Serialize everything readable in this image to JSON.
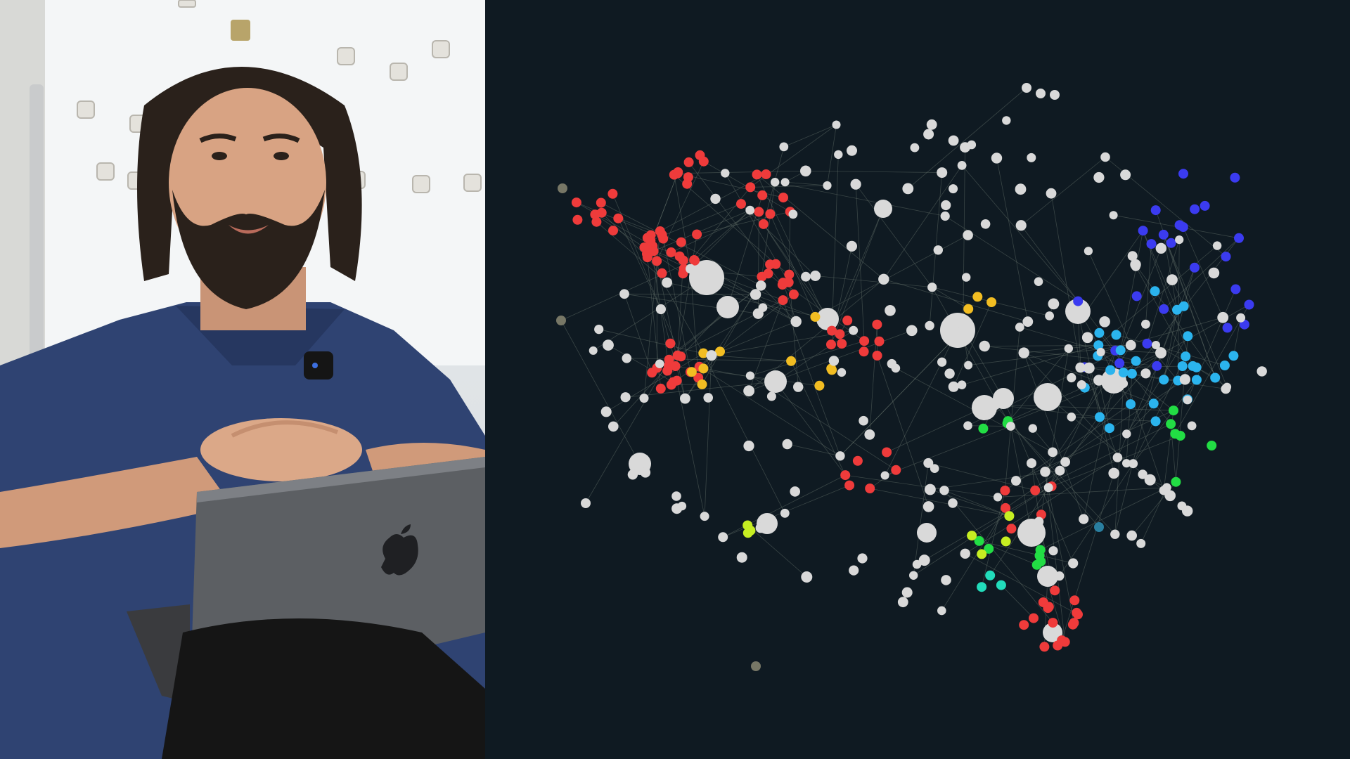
{
  "layout": {
    "left_panel": "webcam-feed",
    "right_panel": "network-graph-visualization"
  },
  "webcam": {
    "subject": "presenter-seated-with-laptop",
    "background": "whiteboard-with-magnets",
    "laptop_logo": "apple-logo-icon"
  },
  "graph": {
    "background_color": "#0f1a22",
    "edge_color": "#6d7a70",
    "node_colors": {
      "neutral": "#d9d9d9",
      "red": "#ef3b3b",
      "blue": "#3b3bf0",
      "cyan": "#2bb4ee",
      "green": "#22dd44",
      "lime": "#c6ee22",
      "yellow": "#f2bd22",
      "teal": "#22dcbb",
      "dim": "#777766",
      "dark_teal": "#2a7fa0"
    },
    "clusters": [
      "red",
      "blue",
      "cyan",
      "green",
      "lime",
      "yellow",
      "teal",
      "neutral"
    ]
  }
}
